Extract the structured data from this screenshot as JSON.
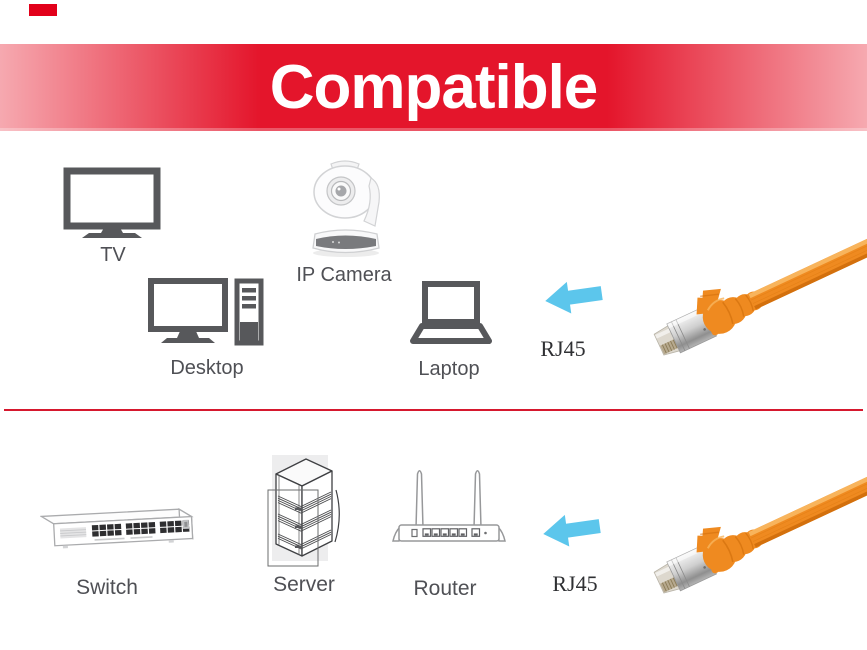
{
  "banner": {
    "title": "Compatible"
  },
  "sections": {
    "top": {
      "devices": [
        {
          "label": "TV",
          "icon": "tv-icon"
        },
        {
          "label": "IP Camera",
          "icon": "ip-camera-icon"
        },
        {
          "label": "Desktop",
          "icon": "desktop-icon"
        },
        {
          "label": "Laptop",
          "icon": "laptop-icon"
        }
      ],
      "connector_label": "RJ45",
      "arrow_icon": "arrow-left-icon",
      "cable_icon": "ethernet-cable-icon"
    },
    "bottom": {
      "devices": [
        {
          "label": "Switch",
          "icon": "switch-icon"
        },
        {
          "label": "Server",
          "icon": "server-icon"
        },
        {
          "label": "Router",
          "icon": "router-icon"
        }
      ],
      "connector_label": "RJ45",
      "arrow_icon": "arrow-left-icon",
      "cable_icon": "ethernet-cable-icon"
    }
  },
  "colors": {
    "banner_center": "#e4152b",
    "banner_edge": "#f6a9b0",
    "brand_red": "#e2001a",
    "divider_red": "#d6182e",
    "icon_gray": "#57585b",
    "label_gray": "#4f5055",
    "rj45_text": "#2f3033",
    "arrow_cyan": "#5cc6ec",
    "cable_orange": "#ef8a20",
    "cable_orange_dark": "#d3700d",
    "cable_orange_light": "#f8b45c",
    "line_light_gray": "#aaabad",
    "port_dark": "#2e2e30"
  }
}
